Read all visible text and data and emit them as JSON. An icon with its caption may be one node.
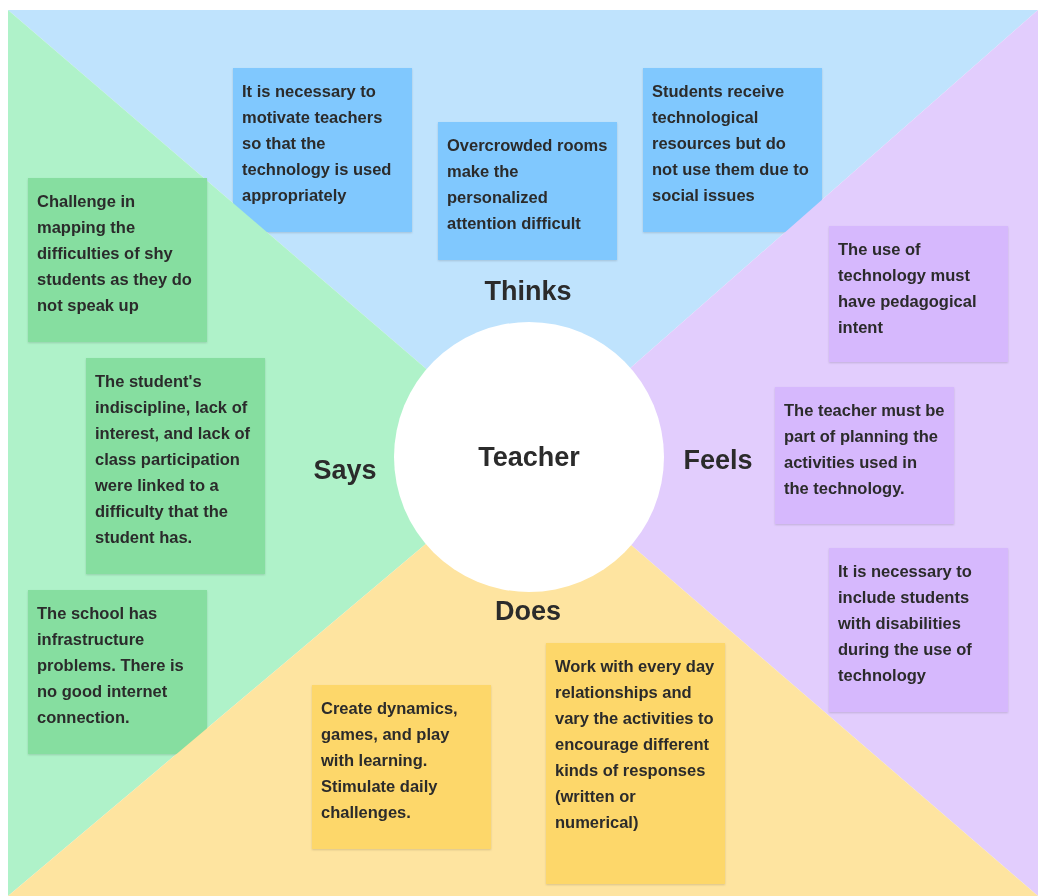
{
  "diagram": {
    "nodes": [
      {
        "text": [
          "Thinks"
        ]
      },
      {
        "text": [
          "It is necessary to motivate teachers so that the technology is used appropriately"
        ],
        "in": 0
      },
      {
        "text": [
          "Overcrowded rooms make the personalized attention difficult"
        ],
        "in": 0
      },
      {
        "text": [
          "Students receive technological resources but do not use them due to social issues"
        ],
        "in": 0
      },
      {
        "text": [
          "Says"
        ]
      },
      {
        "text": [
          "Challenge in mapping the difficulties of shy students as they do not speak up"
        ],
        "in": 4
      },
      {
        "text": [
          "The student's indiscipline, lack of interest, and lack of class participation were linked to a difficulty that the student has."
        ],
        "in": 4
      },
      {
        "text": [
          "The school has infrastructure problems. There is no good internet connection."
        ],
        "in": 4
      },
      {
        "text": [
          "Teacher"
        ]
      },
      {
        "text": [
          "Feels"
        ]
      },
      {
        "text": [
          "The use of technology must have pedagogical intent"
        ],
        "in": 9
      },
      {
        "text": [
          "The teacher must be part of planning the activities used in the technology."
        ],
        "in": 9
      },
      {
        "text": [
          "It is necessary to include students with disabilities during the use of technology"
        ],
        "in": 9
      },
      {
        "text": [
          "Does"
        ]
      },
      {
        "text": [
          "Create dynamics, games, and play with learning. Stimulate daily challenges."
        ],
        "in": 13
      },
      {
        "text": [
          "Work with every day relationships and vary the activities to encourage different kinds of responses (written or numerical)"
        ],
        "in": 13
      }
    ]
  }
}
